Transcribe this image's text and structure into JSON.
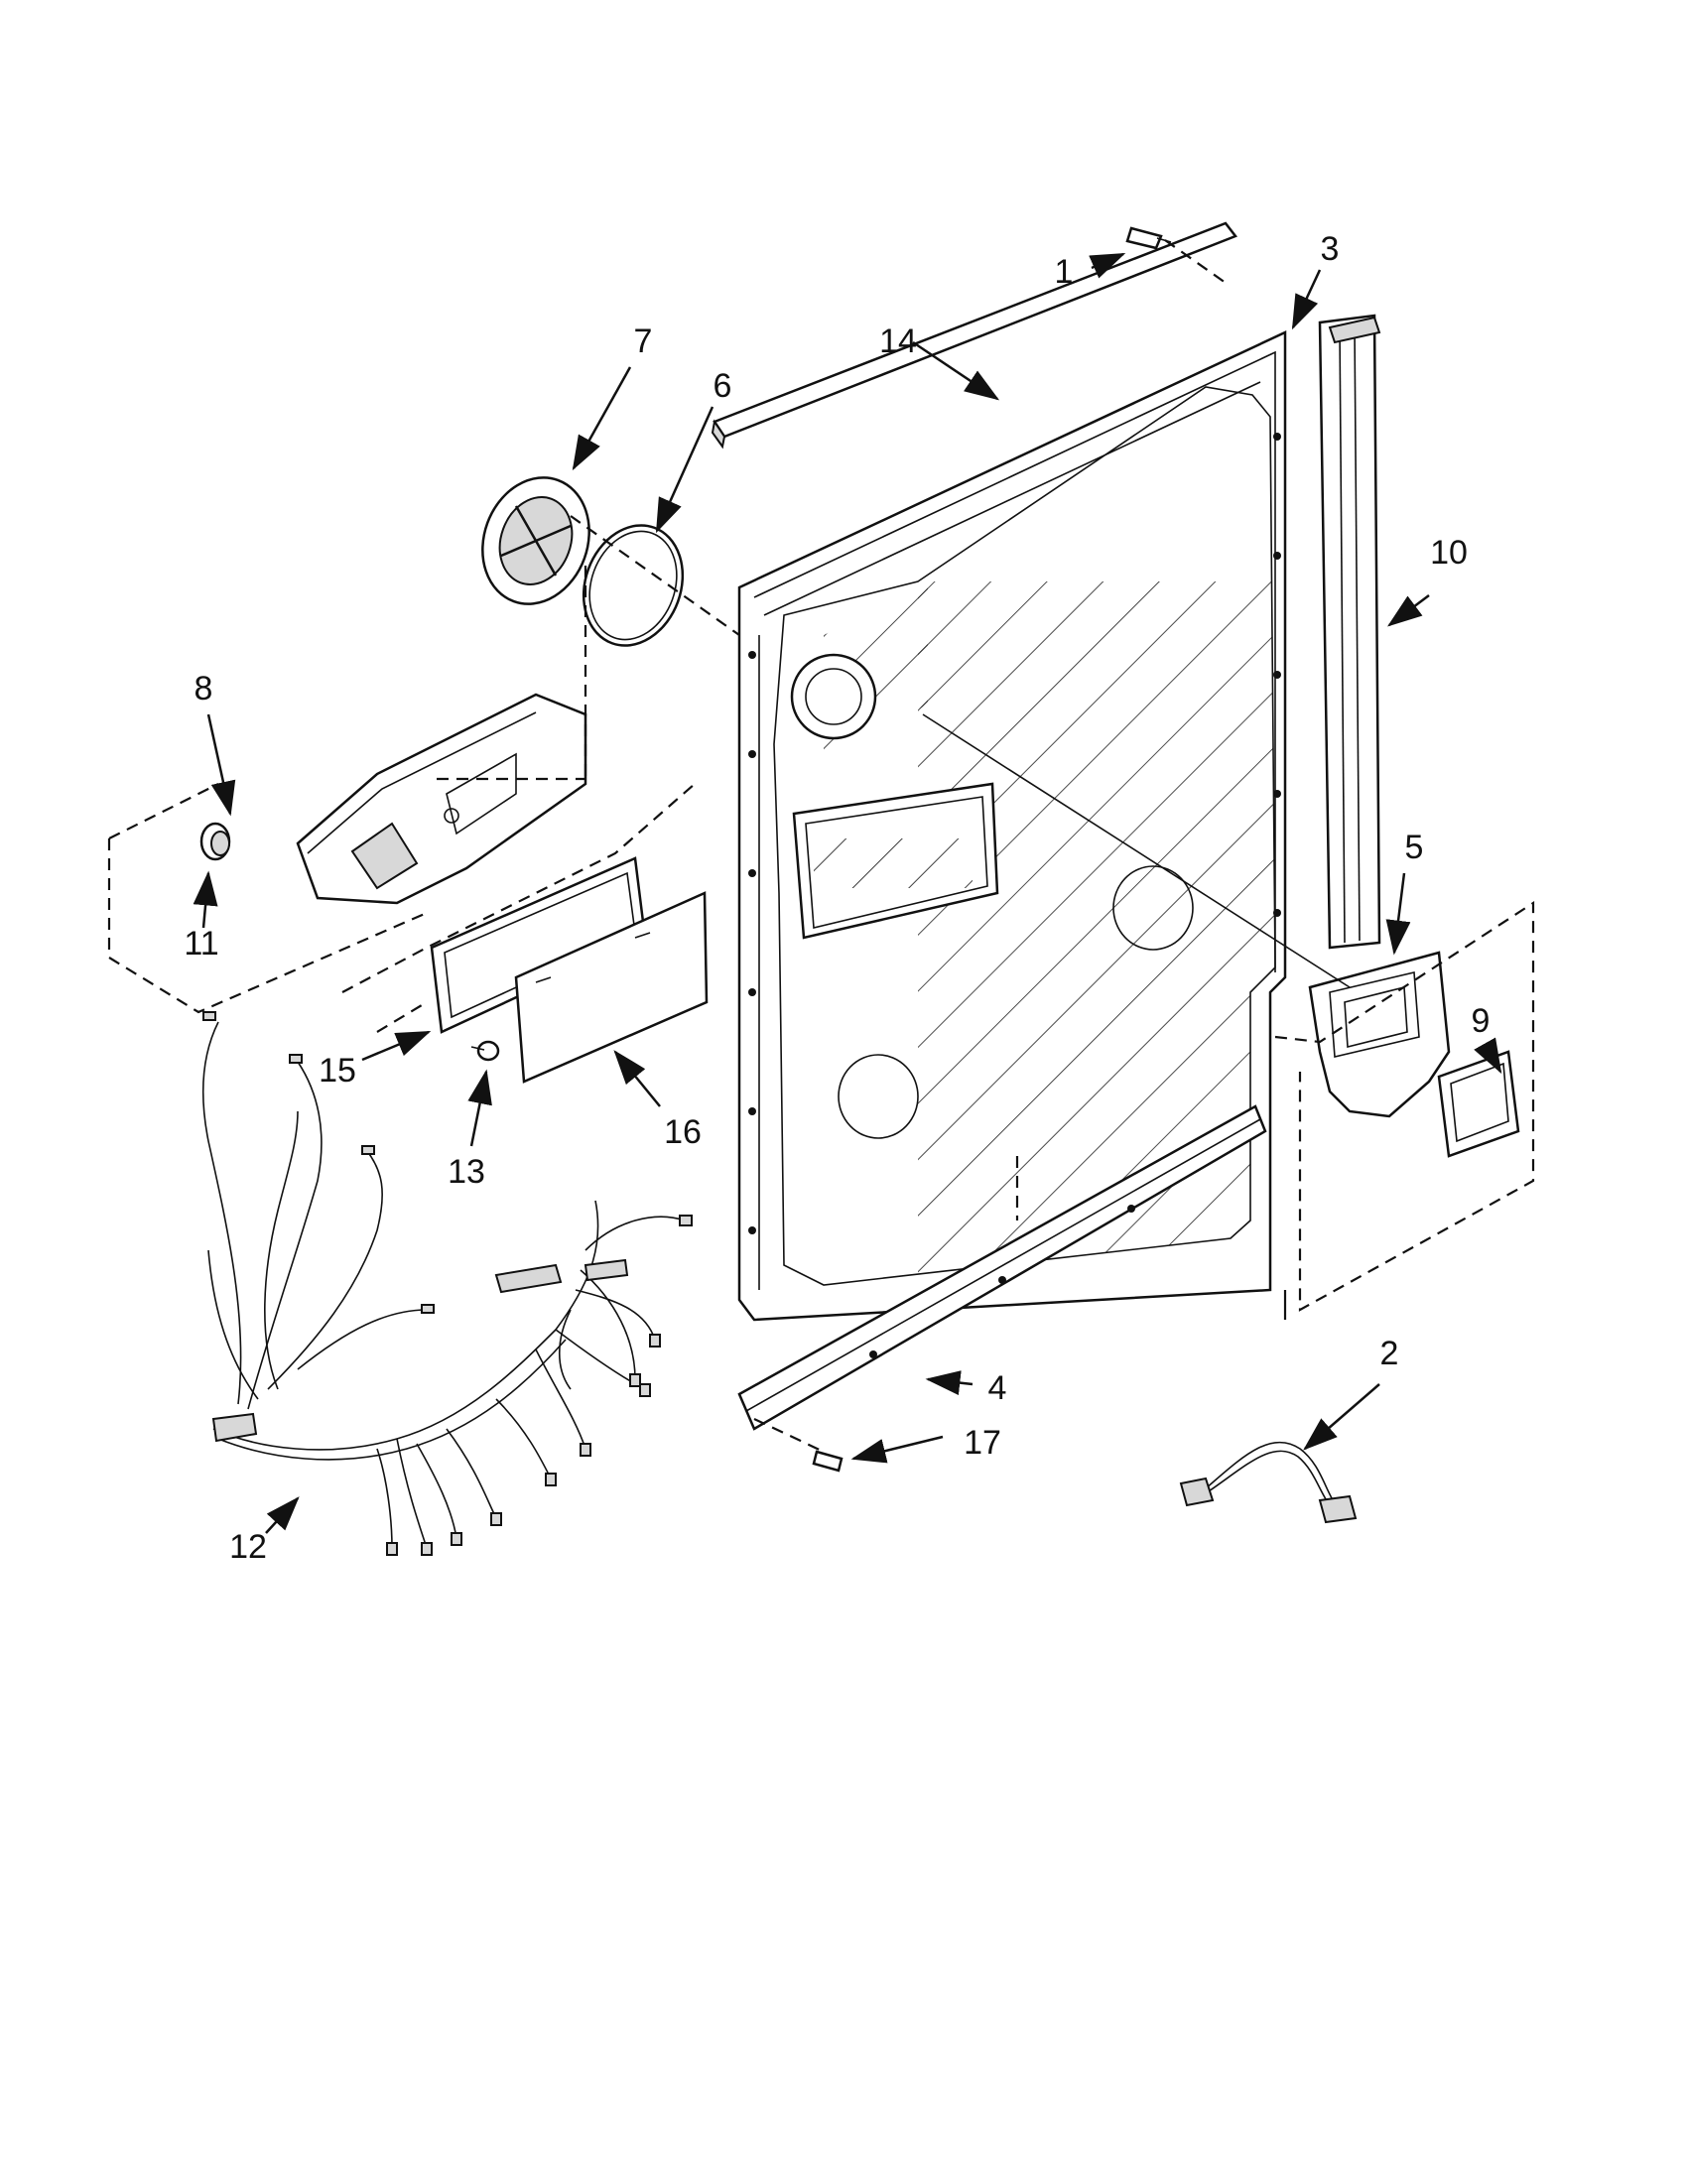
{
  "callouts": [
    "1",
    "2",
    "3",
    "4",
    "5",
    "6",
    "7",
    "8",
    "9",
    "10",
    "11",
    "12",
    "13",
    "14",
    "15",
    "16",
    "17"
  ],
  "colors": {
    "line": "#111111",
    "background": "#ffffff",
    "shade": "#d8d8d8"
  }
}
